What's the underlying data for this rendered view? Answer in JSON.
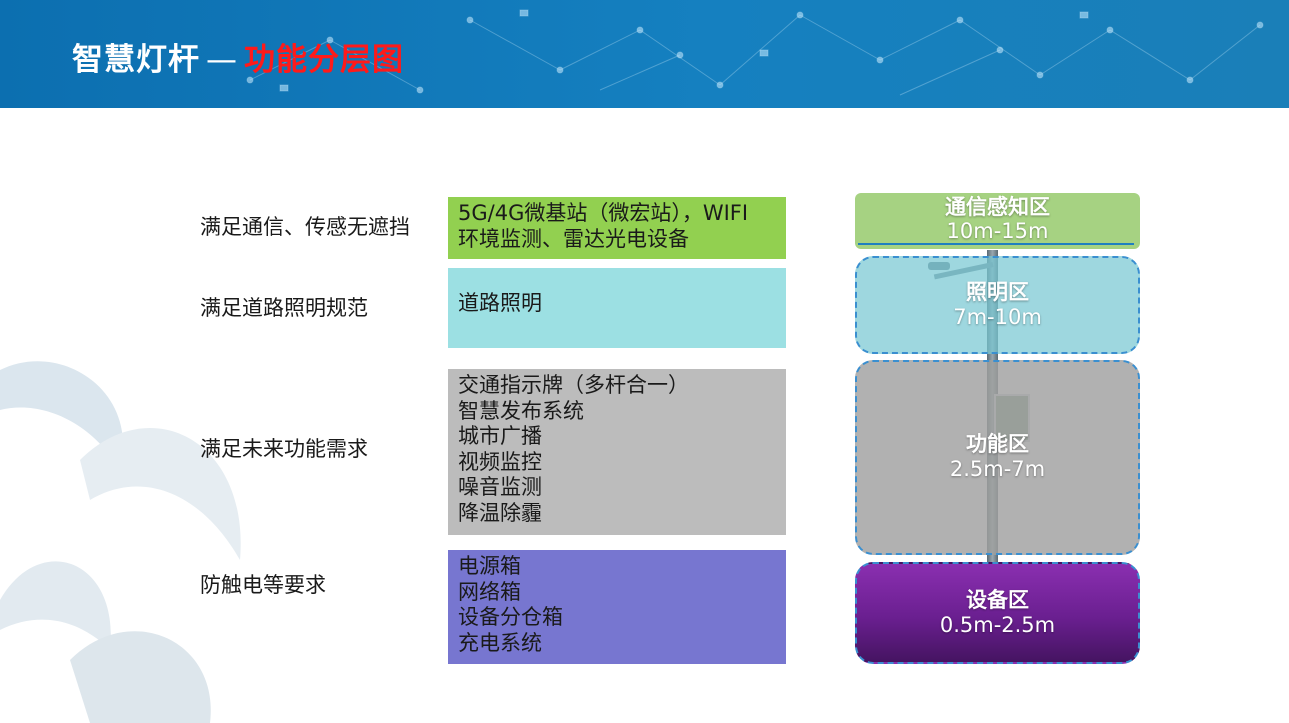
{
  "header": {
    "title_main": "智慧灯杆",
    "title_dash": "—",
    "title_sub": "功能分层图"
  },
  "colors": {
    "header_blue": "#1580c0",
    "title_accent": "#ff1a1a",
    "comm_box": "#92d050",
    "light_box": "#9ce0e3",
    "func_box": "#bcbcbc",
    "device_box": "#7776d0",
    "device_zone": "#6a1f90"
  },
  "requirements": [
    "满足通信、传感无遮挡",
    "满足道路照明规范",
    "满足未来功能需求",
    "防触电等要求"
  ],
  "function_boxes": [
    {
      "lines": [
        "5G/4G微基站（微宏站），WIFI",
        "环境监测、雷达光电设备"
      ]
    },
    {
      "lines": [
        "道路照明"
      ]
    },
    {
      "lines": [
        "交通指示牌（多杆合一）",
        "智慧发布系统",
        "城市广播",
        "视频监控",
        "噪音监测",
        "降温除霾"
      ]
    },
    {
      "lines": [
        "电源箱",
        "网络箱",
        "设备分仓箱",
        "充电系统"
      ]
    }
  ],
  "zones": [
    {
      "name": "通信感知区",
      "range": "10m-15m"
    },
    {
      "name": "照明区",
      "range": "7m-10m"
    },
    {
      "name": "功能区",
      "range": "2.5m-7m"
    },
    {
      "name": "设备区",
      "range": "0.5m-2.5m"
    }
  ]
}
